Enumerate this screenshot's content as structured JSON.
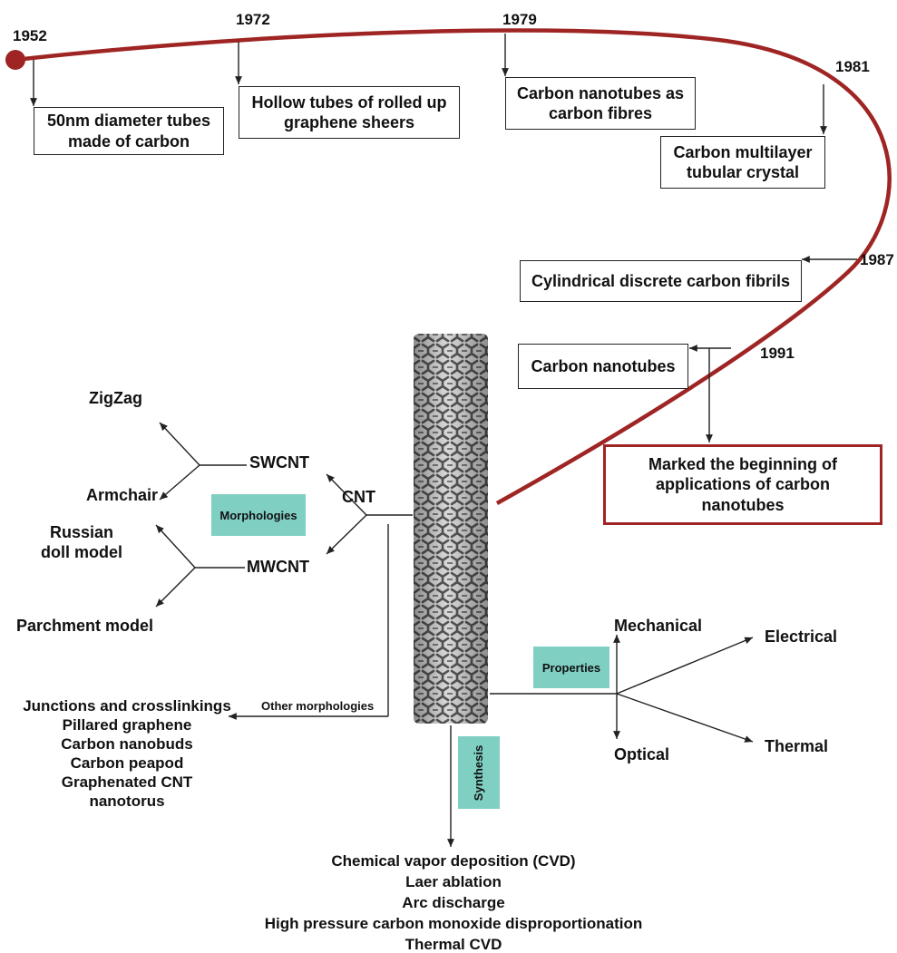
{
  "timeline": {
    "events": [
      {
        "year": "1952",
        "text": "50nm diameter tubes made of carbon"
      },
      {
        "year": "1972",
        "text": "Hollow tubes of rolled up graphene sheers"
      },
      {
        "year": "1979",
        "text": "Carbon nanotubes as carbon fibres"
      },
      {
        "year": "1981",
        "text": "Carbon multilayer tubular crystal"
      },
      {
        "year": "1987",
        "text": "Cylindrical discrete carbon fibrils"
      },
      {
        "year": "1991",
        "text": "Carbon nanotubes"
      }
    ],
    "highlight": "Marked the beginning of applications of carbon nanotubes",
    "curve_color": "#9e2523"
  },
  "morphologies": {
    "tag": "Morphologies",
    "root": "CNT",
    "swcnt": {
      "label": "SWCNT",
      "children": [
        "ZigZag",
        "Armchair"
      ]
    },
    "mwcnt": {
      "label": "MWCNT",
      "children": [
        "Russian doll model",
        "Parchment model"
      ]
    },
    "other_label": "Other morphologies",
    "other_items": [
      "Junctions and crosslinkings",
      "Pillared graphene",
      "Carbon nanobuds",
      "Carbon peapod",
      "Graphenated CNT",
      "nanotorus"
    ]
  },
  "properties": {
    "tag": "Properties",
    "items": [
      "Mechanical",
      "Electrical",
      "Thermal",
      "Optical"
    ]
  },
  "synthesis": {
    "tag": "Synthesis",
    "methods": [
      "Chemical vapor deposition (CVD)",
      "Laer ablation",
      "Arc discharge",
      "High pressure carbon monoxide disproportionation",
      "Thermal CVD"
    ]
  },
  "colors": {
    "accent_teal": "#7fcfc3",
    "line": "#222222"
  }
}
